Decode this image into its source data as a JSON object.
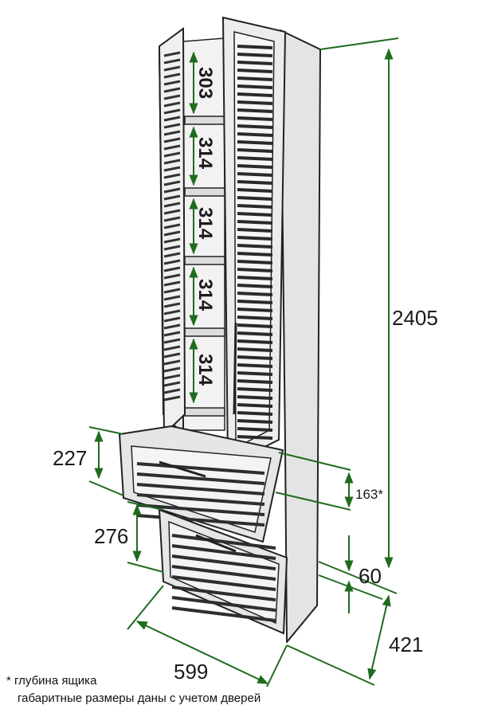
{
  "diagram": {
    "colors": {
      "outline": "#222222",
      "panel": "#e4e4e4",
      "panel_light": "#f2f2f2",
      "slat": "#3a3a3a",
      "dimension_line": "#1f6b1f"
    },
    "shelf_heights": [
      "303",
      "314",
      "314",
      "314",
      "314"
    ],
    "dimensions": {
      "total_height": "2405",
      "top_drawer_height": "227",
      "drawer_depth": "163*",
      "bottom_drawer_height": "276",
      "plinth_height": "60",
      "width": "599",
      "depth": "421"
    },
    "notes": {
      "line1": "* глубина ящика",
      "line2": "габаритные размеры даны с учетом дверей"
    }
  }
}
